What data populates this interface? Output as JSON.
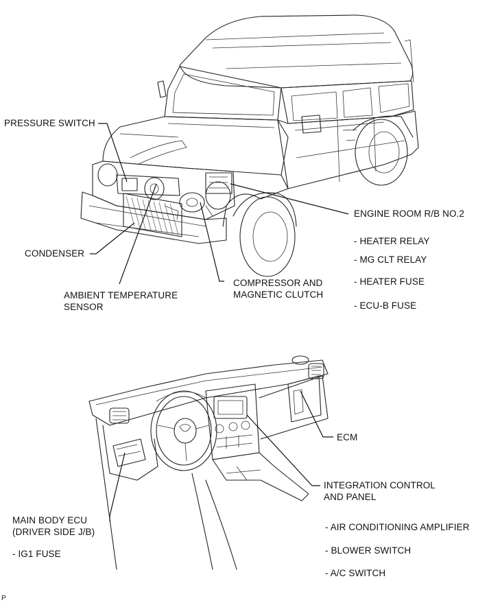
{
  "labels": {
    "pressure_switch": "PRESSURE SWITCH",
    "engine_room_rb": "ENGINE ROOM R/B NO.2",
    "heater_relay": "- HEATER RELAY",
    "mg_clt_relay": "- MG CLT RELAY",
    "heater_fuse": "- HEATER FUSE",
    "ecu_b_fuse": "- ECU-B FUSE",
    "condenser": "CONDENSER",
    "compressor_line1": "COMPRESSOR AND",
    "compressor_line2": "MAGNETIC CLUTCH",
    "ambient_line1": "AMBIENT TEMPERATURE",
    "ambient_line2": "SENSOR",
    "ecm": "ECM",
    "integration_line1": "INTEGRATION CONTROL",
    "integration_line2": "AND PANEL",
    "main_body_line1": "MAIN BODY ECU",
    "main_body_line2": "(DRIVER SIDE J/B)",
    "ig1_fuse": "- IG1 FUSE",
    "air_cond_amp": "- AIR CONDITIONING AMPLIFIER",
    "blower_switch": "- BLOWER SWITCH",
    "ac_switch": "- A/C SWITCH",
    "corner_mark": "P"
  }
}
